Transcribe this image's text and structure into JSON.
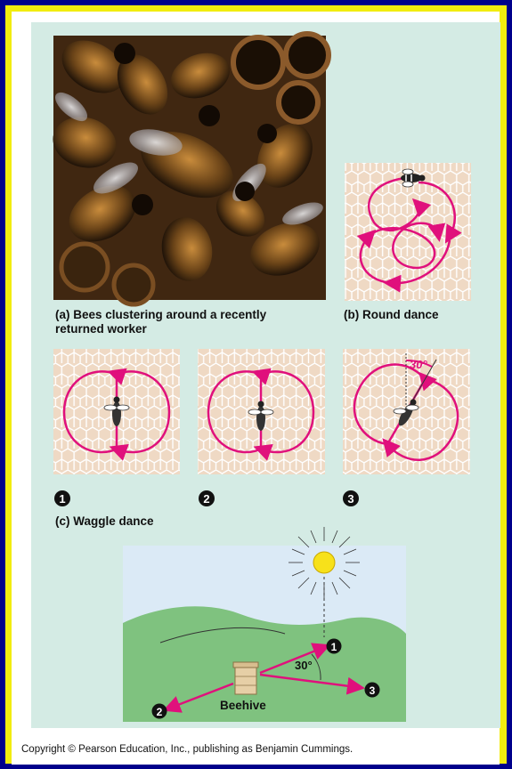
{
  "captions": {
    "a": "(a) Bees clustering around a recently\nreturned worker",
    "b": "(b) Round dance",
    "c": "(c) Waggle dance"
  },
  "step_markers": [
    "1",
    "2",
    "3"
  ],
  "angle_label": "30°",
  "beehive_label": "Beehive",
  "copyright": "Copyright © Pearson Education, Inc., publishing as Benjamin Cummings.",
  "colors": {
    "border": "#00008b",
    "frame": "#f2ec0f",
    "background": "#d4ebe4",
    "honeycomb": "#efd9c4",
    "dance_path": "#e0107c",
    "sky": "#dbeaf6",
    "hill": "#7fc27f",
    "sun": "#f7e11a"
  },
  "icons": [
    "honeycomb-pattern",
    "bee-icon",
    "sun-icon",
    "beehive-icon",
    "arrow-icon"
  ]
}
